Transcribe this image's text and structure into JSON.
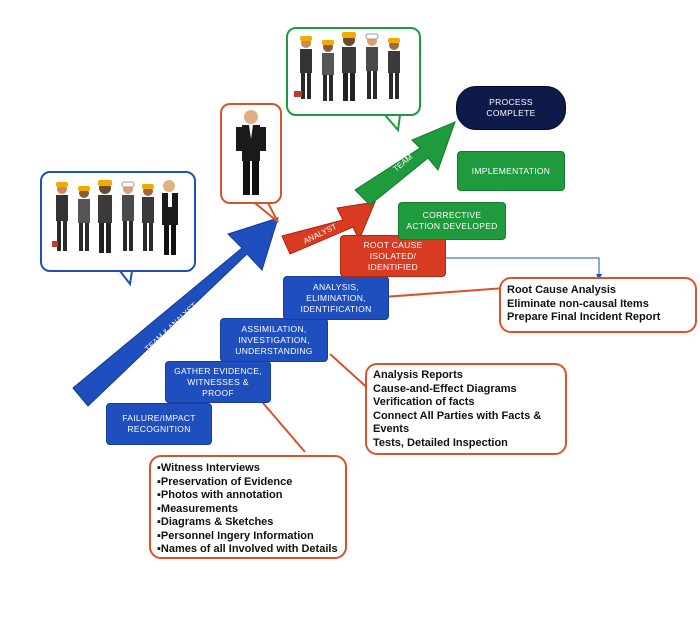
{
  "steps": {
    "failure": [
      "FAILURE/IMPACT",
      "RECOGNITION"
    ],
    "gather": [
      "GATHER EVIDENCE,",
      "WITNESSES &",
      "PROOF"
    ],
    "assimilation": [
      "ASSIMILATION,",
      "INVESTIGATION,",
      "UNDERSTANDING"
    ],
    "analysis": [
      "ANALYSIS,",
      "ELIMINATION,",
      "IDENTIFICATION"
    ],
    "root_cause": [
      "ROOT CAUSE",
      "ISOLATED/",
      "IDENTIFIED"
    ],
    "corrective": [
      "CORRECTIVE",
      "ACTION DEVELOPED"
    ],
    "implementation": [
      "IMPLEMENTATION"
    ],
    "process": [
      "PROCESS",
      "COMPLETE"
    ]
  },
  "arrows": {
    "team_analyst": "TEAM & ANALYST",
    "analyst": "ANALYST",
    "team": "TEAM"
  },
  "notes": {
    "evidence": [
      "▪Witness Interviews",
      "▪Preservation of Evidence",
      "▪Photos with annotation",
      "▪Measurements",
      "▪Diagrams & Sketches",
      "▪Personnel Ingery Information",
      "▪Names of all Involved with Details"
    ],
    "analysis": [
      "Analysis Reports",
      "Cause-and-Effect Diagrams",
      "Verification of facts",
      "Connect All Parties with Facts &",
      "Events",
      "Tests, Detailed Inspection"
    ],
    "root_cause": [
      "Root Cause Analysis",
      "Eliminate non-causal Items",
      "Prepare Final Incident Report"
    ]
  },
  "colors": {
    "blue": "#1f4fbf",
    "red": "#d93a22",
    "green": "#1f9a3c",
    "navy": "#0d1a4a",
    "orange_border": "#d9532a"
  },
  "icons": [
    "team-workers-illustration",
    "analyst-businessman-illustration",
    "workers-group-illustration"
  ]
}
